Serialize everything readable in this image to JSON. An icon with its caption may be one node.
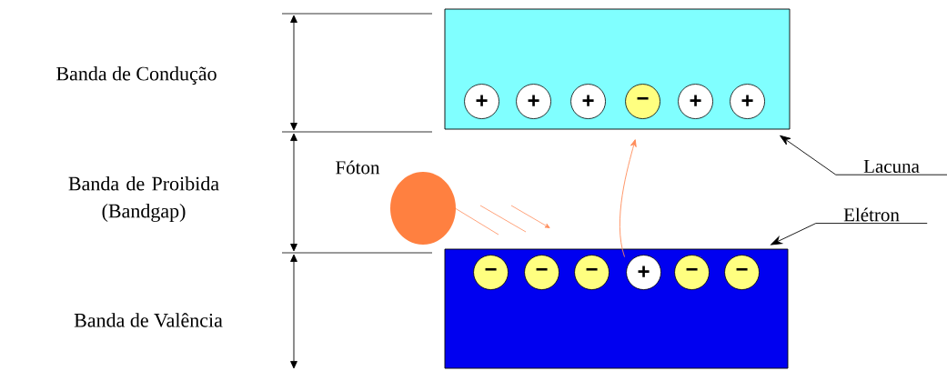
{
  "diagram": {
    "nodes": [
      {
        "text": [],
        "shape": "box"
      },
      {
        "text": [
          "+"
        ],
        "in": 0
      },
      {
        "text": [
          "+"
        ],
        "in": 0
      },
      {
        "text": [
          "+"
        ],
        "in": 0
      },
      {
        "text": [
          "−"
        ],
        "in": 0
      },
      {
        "text": [
          "+"
        ],
        "in": 0
      },
      {
        "text": [
          "+"
        ],
        "in": 0
      },
      {
        "text": [],
        "shape": "box"
      },
      {
        "text": [
          "−"
        ],
        "in": 7
      },
      {
        "text": [
          "−"
        ],
        "in": 7
      },
      {
        "text": [
          "−"
        ],
        "in": 7
      },
      {
        "text": [
          "+"
        ],
        "in": 7
      },
      {
        "text": [
          "−"
        ],
        "in": 7
      },
      {
        "text": [
          "−"
        ],
        "in": 7
      },
      {
        "text": [
          "Fóton"
        ]
      },
      {
        "text": [
          "Lacuna"
        ]
      },
      {
        "text": [
          "Elétron"
        ]
      }
    ],
    "edges": [
      {
        "from": 15,
        "to": 0,
        "arrow": "to"
      },
      {
        "from": 16,
        "to": 7,
        "arrow": "to"
      },
      {
        "from": 7,
        "to": 0,
        "arrow": "to",
        "color": "#ff8c5a"
      }
    ],
    "labels": [
      "Banda de Condução",
      "Banda de Proibida (Bandgap)",
      "Banda de Valência"
    ]
  }
}
